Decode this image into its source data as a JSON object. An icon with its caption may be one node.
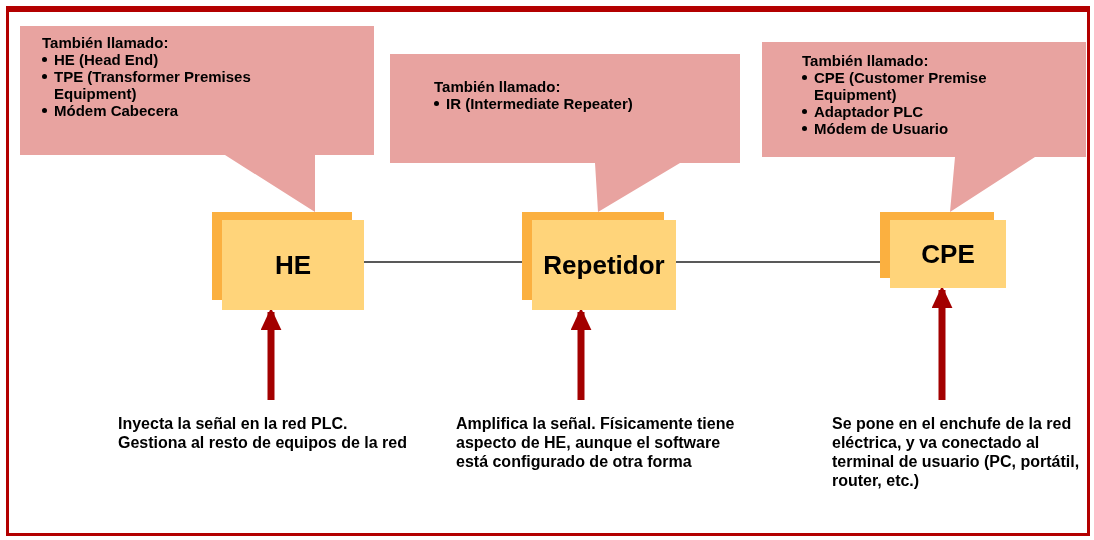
{
  "diagram": {
    "nodes": [
      {
        "text": [
          "También llamado:",
          "HE (Head End)",
          "TPE (Transformer Premises Equipment)",
          "Módem Cabecera"
        ]
      },
      {
        "text": [
          "También llamado:",
          "IR (Intermediate Repeater)"
        ]
      },
      {
        "text": [
          "También llamado:",
          "CPE (Customer Premise Equipment)",
          "Adaptador PLC",
          "Módem de Usuario"
        ]
      },
      {
        "text": [
          "HE"
        ]
      },
      {
        "text": [
          "Repetidor"
        ]
      },
      {
        "text": [
          "CPE"
        ]
      },
      {
        "text": [
          "Inyecta la señal en la red PLC. Gestiona al resto de equipos de la red"
        ]
      },
      {
        "text": [
          "Amplifica la señal. Físicamente tiene aspecto de HE, aunque el software está configurado de otra forma"
        ]
      },
      {
        "text": [
          "Se pone en el enchufe de la red eléctrica, y va conectado al terminal de usuario (PC, portátil, router, etc.)"
        ]
      }
    ],
    "edges": [
      {
        "from": 3,
        "to": 4,
        "arrow": "none",
        "color": "#222222"
      },
      {
        "from": 4,
        "to": 5,
        "arrow": "none",
        "color": "#222222"
      },
      {
        "from": 6,
        "to": 3,
        "arrow": "to"
      },
      {
        "from": 7,
        "to": 4,
        "arrow": "to"
      },
      {
        "from": 8,
        "to": 5,
        "arrow": "to"
      }
    ]
  }
}
